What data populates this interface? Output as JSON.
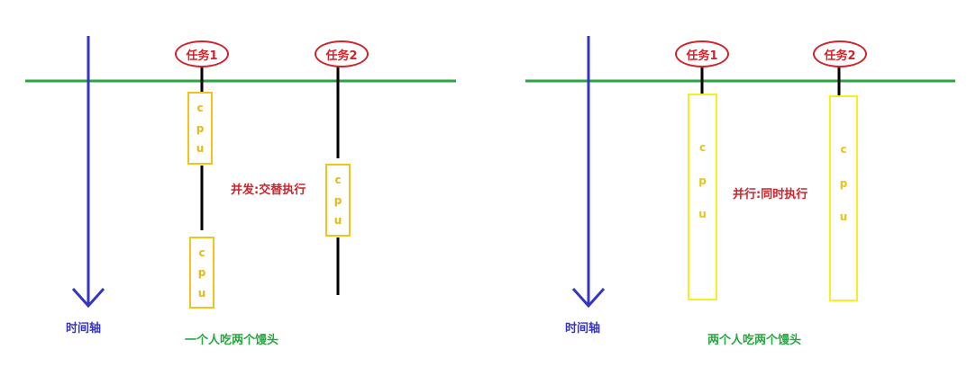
{
  "left": {
    "timeline_label": "时间轴",
    "task1": "任务1",
    "task2": "任务2",
    "mode_label": "并发:交替执行",
    "caption": "一个人吃两个馒头",
    "cpu_letters": [
      "c",
      "p",
      "u"
    ]
  },
  "right": {
    "timeline_label": "时间轴",
    "task1": "任务1",
    "task2": "任务2",
    "mode_label": "并行:同时执行",
    "caption": "两个人吃两个馒头",
    "cpu_letters": [
      "c",
      "p",
      "u"
    ]
  },
  "colors": {
    "timeline": "#3535c4",
    "baseline": "#27a541",
    "task": "#d0232a",
    "cpu_concurrent": "#f3c21b",
    "cpu_parallel": "#f4ee22",
    "wait_line": "#000000"
  }
}
